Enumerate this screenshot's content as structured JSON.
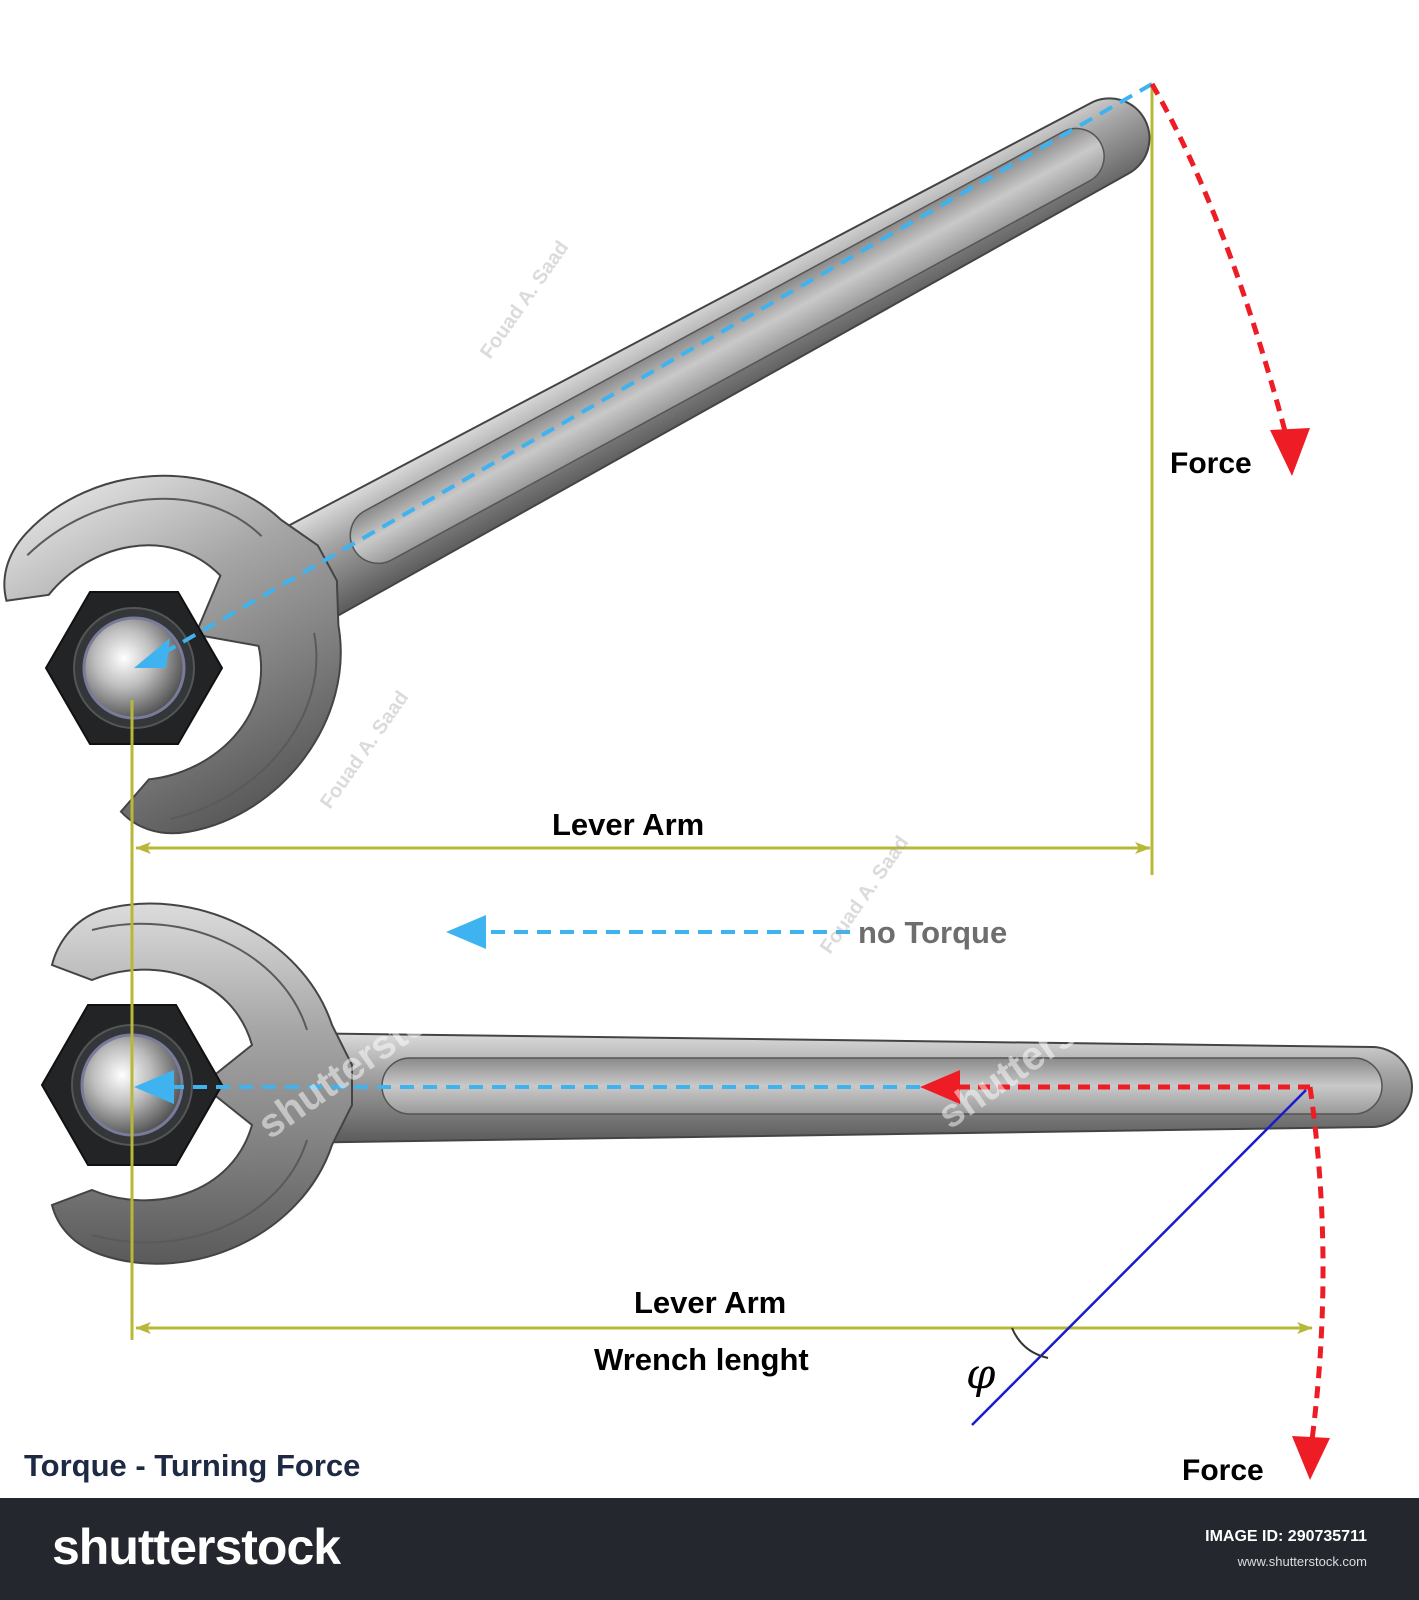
{
  "labels": {
    "force_top": "Force",
    "lever_arm_top": "Lever Arm",
    "no_torque": "no Torque",
    "lever_arm_bottom": "Lever Arm",
    "wrench_length": "Wrench lenght",
    "angle_symbol": "φ",
    "force_bottom": "Force",
    "title": "Torque - Turning Force"
  },
  "watermark": {
    "brand": "shutterstock",
    "author": "Fouad A. Saad"
  },
  "footer": {
    "logo": "shutterstock",
    "image_id": "IMAGE ID: 290735711",
    "url": "www.shutterstock.com"
  },
  "colors": {
    "lever_arm_line": "#b7b83a",
    "axis_dash": "#3fb3ef",
    "force_dash": "#ee1c24",
    "angle_line": "#1a1ad0",
    "wrench_metal": "#9c9c9c",
    "nut": "#222426",
    "footer_bg": "#25272f"
  }
}
